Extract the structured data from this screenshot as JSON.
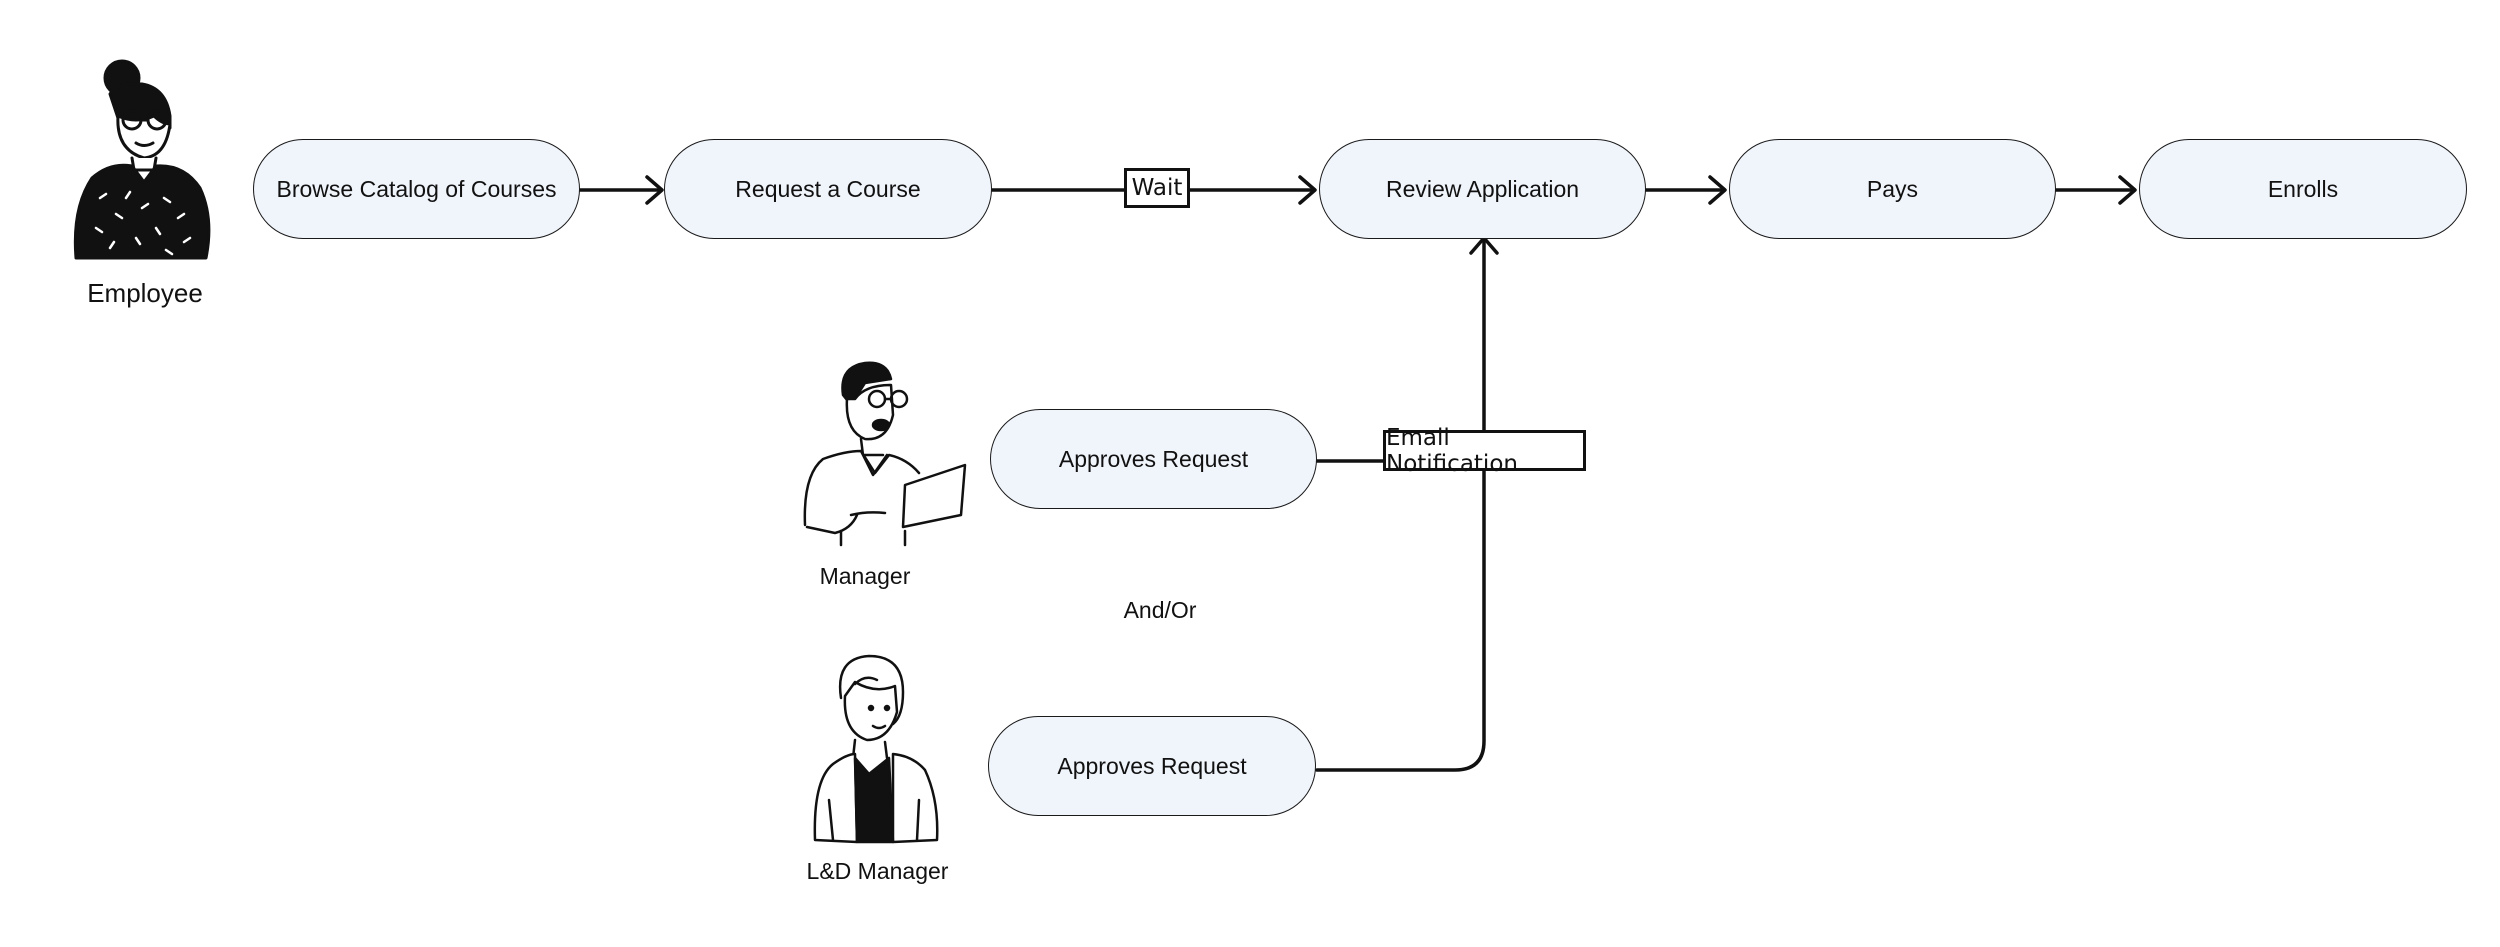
{
  "actors": {
    "employee": "Employee",
    "manager": "Manager",
    "ld_manager": "L&D Manager"
  },
  "steps": {
    "browse": "Browse Catalog of Courses",
    "request": "Request a Course",
    "review": "Review Application",
    "pays": "Pays",
    "enrolls": "Enrolls",
    "manager_approves": "Approves Request",
    "ld_approves": "Approves Request"
  },
  "connector_labels": {
    "wait": "Wait",
    "email": "Email Notification",
    "and_or": "And/Or"
  },
  "colors": {
    "step_fill": "#f0f4fb",
    "line": "#111111"
  },
  "icons": [
    "employee-avatar",
    "manager-avatar",
    "ld-manager-avatar"
  ]
}
